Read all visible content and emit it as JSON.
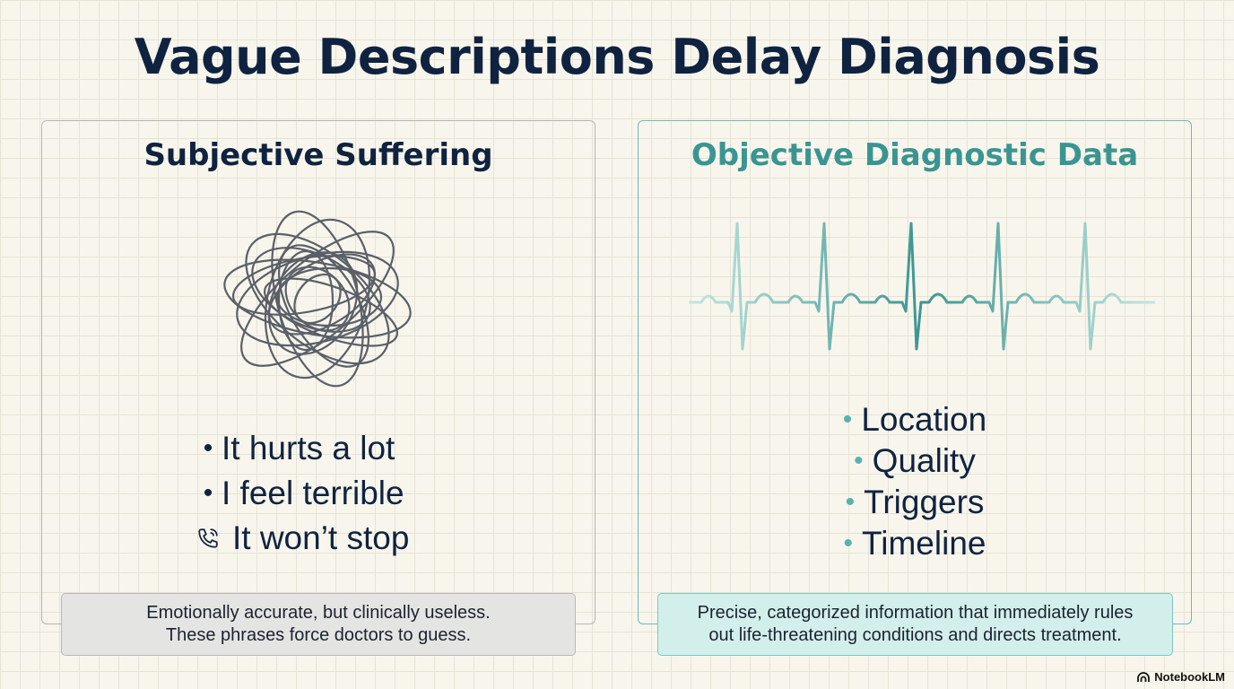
{
  "title": "Vague Descriptions Delay Diagnosis",
  "left_panel": {
    "heading": "Subjective Suffering",
    "illustration_icon": "tangled-scribble-icon",
    "bullets": [
      "It hurts a lot",
      "I feel terrible",
      "It won’t stop"
    ],
    "bullet_markers": [
      "•",
      "•",
      "phone-icon"
    ],
    "caption": [
      "Emotionally accurate, but clinically useless.",
      "These phrases force doctors to guess."
    ]
  },
  "right_panel": {
    "heading": "Objective Diagnostic Data",
    "illustration_icon": "ecg-heartbeat-icon",
    "bullets": [
      "Location",
      "Quality",
      "Triggers",
      "Timeline"
    ],
    "caption": [
      "Precise, categorized information that immediately rules",
      "out life-threatening conditions and directs treatment."
    ]
  },
  "colors": {
    "navy": "#0f2340",
    "teal": "#3a9592",
    "teal_light": "#9fd4d0",
    "scribble": "#5a5f68"
  },
  "brand": "NotebookLM"
}
